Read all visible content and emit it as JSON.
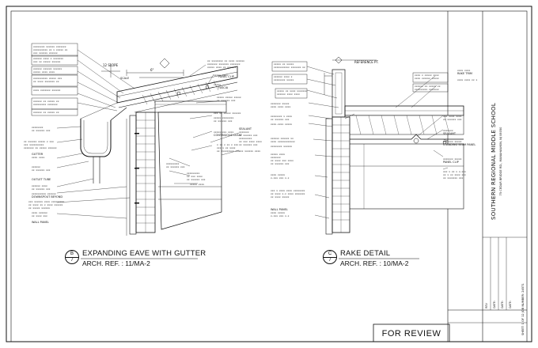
{
  "details": [
    {
      "letter": "B",
      "sheet": "7",
      "title": "EXPANDING EAVE WITH GUTTER",
      "ref": "ARCH. REF. :  11/MA-2"
    },
    {
      "letter": "C",
      "sheet": "7",
      "title": "RAKE DETAIL",
      "ref": "ARCH. REF. :  10/MA-2"
    }
  ],
  "stamp": "FOR REVIEW",
  "title_block": {
    "project": "SOUTHERN REGIONAL MIDDLE SCHOOL",
    "address": "75 CEDAR BRIDGE RD., MANAHAWKIN, NJ 08050",
    "sheet": "SHEET:  1  OF  12   JOB NUMBER: 24571",
    "rev_labels": [
      "REV",
      "DATE:",
      "DATE:",
      "DATE:"
    ]
  },
  "eave_labels": {
    "slope": "12 SLOPE",
    "scale": "SCALE",
    "dim_6": "6\"",
    "cleat": "PANEL CLIP",
    "fascia": "FASCIA",
    "gutter": "GUTTER",
    "outlet": "OUTLET TUBE",
    "downspout": "DOWNSPOUT BEYOND",
    "wall": "WALL PANEL",
    "cont_cleat": "CONTINUOUS CLEAT",
    "sealant": "SEALANT"
  },
  "rake_labels": {
    "ref": "REFERENCE PT.",
    "ridge": "RAKE TRIM",
    "sealant": "SEALANT",
    "panel": "STANDING SEAM PANEL",
    "clip": "PANEL CLIP",
    "wall": "WALL PANEL"
  }
}
